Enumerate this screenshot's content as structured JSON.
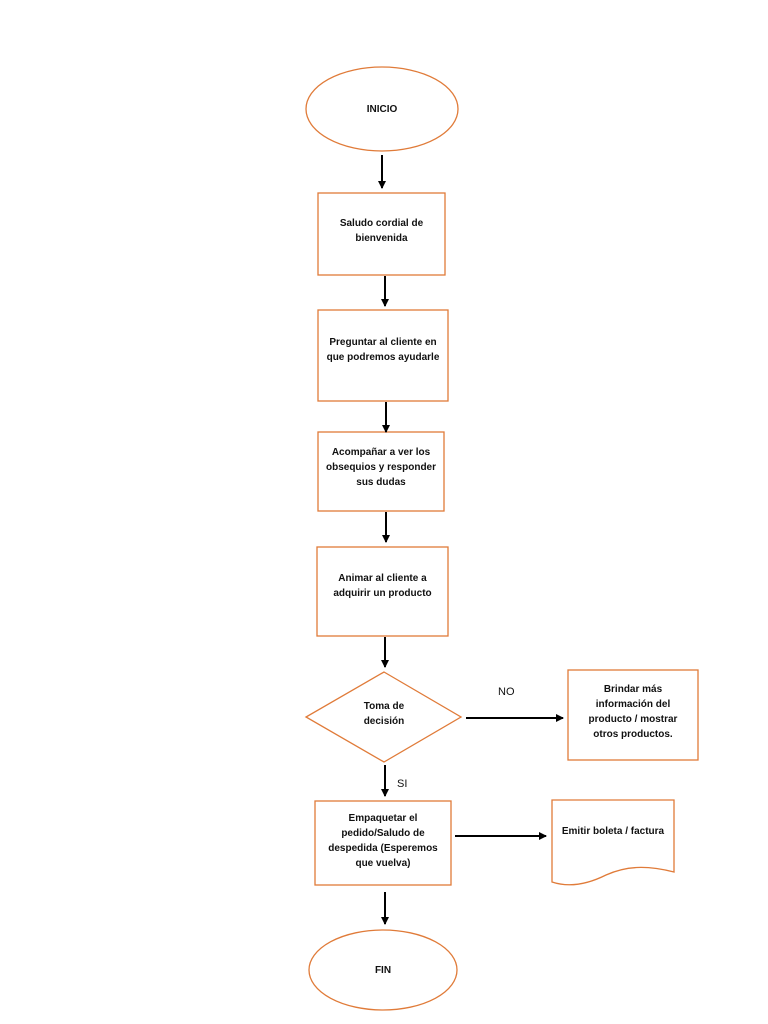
{
  "colors": {
    "node_stroke": "#E07B39",
    "arrow": "#000000",
    "text": "#111111",
    "background": "#FFFFFF"
  },
  "nodes": {
    "inicio": {
      "shape": "ellipse",
      "text": "INICIO"
    },
    "saludo": {
      "shape": "rectangle",
      "text": "Saludo cordial de\nbienvenida"
    },
    "preguntar": {
      "shape": "rectangle",
      "text": "Preguntar al cliente en\nque podremos ayudarle"
    },
    "acompanar": {
      "shape": "rectangle",
      "text": "Acompañar a ver los\nobsequios y responder\nsus dudas"
    },
    "animar": {
      "shape": "rectangle",
      "text": "Animar al cliente a\nadquirir un producto"
    },
    "decision": {
      "shape": "diamond",
      "text": "Toma de\ndecisión"
    },
    "brindar": {
      "shape": "rectangle",
      "text": "Brindar más\ninformación del\nproducto / mostrar\notros productos."
    },
    "empaquetar": {
      "shape": "rectangle",
      "text": "Empaquetar el\npedido/Saludo de\ndespedida (Esperemos\nque vuelva)"
    },
    "emitir": {
      "shape": "document",
      "text": "Emitir boleta / factura"
    },
    "fin": {
      "shape": "ellipse",
      "text": "FIN"
    }
  },
  "edges": {
    "no_label": "NO",
    "si_label": "SI"
  }
}
